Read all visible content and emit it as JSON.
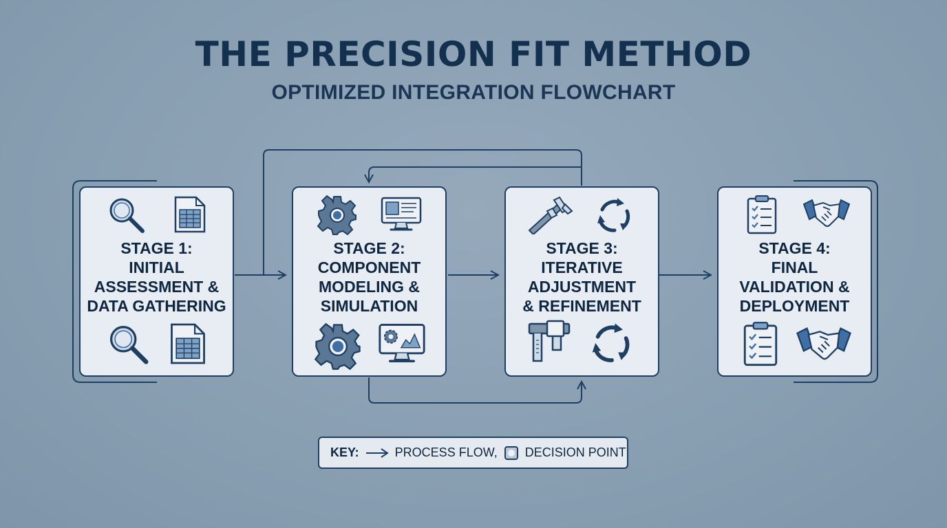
{
  "title": "THE PRECISION FIT METHOD",
  "subtitle": "OPTIMIZED INTEGRATION FLOWCHART",
  "stages": [
    {
      "label": "STAGE 1:\nINITIAL\nASSESSMENT &\nDATA GATHERING",
      "icons": [
        "magnifier-icon",
        "spreadsheet-icon"
      ]
    },
    {
      "label": "STAGE 2:\nCOMPONENT\nMODELING &\nSIMULATION",
      "icons": [
        "gear-icon",
        "monitor-icon"
      ]
    },
    {
      "label": "STAGE 3:\nITERATIVE\nADJUSTMENT\n& REFINEMENT",
      "icons": [
        "caliper-icon",
        "cycle-arrows-icon"
      ]
    },
    {
      "label": "STAGE 4:\nFINAL\nVALIDATION &\nDEPLOYMENT",
      "icons": [
        "checklist-icon",
        "handshake-icon"
      ]
    }
  ],
  "key": {
    "label": "KEY:",
    "process_flow": "PROCESS FLOW,",
    "decision_point": "DECISION POINT"
  },
  "colors": {
    "background": "#889eb1",
    "box_fill": "#e7edf2",
    "line": "#1f3f62",
    "accent": "#3f6fa5",
    "text": "#0f2640"
  }
}
